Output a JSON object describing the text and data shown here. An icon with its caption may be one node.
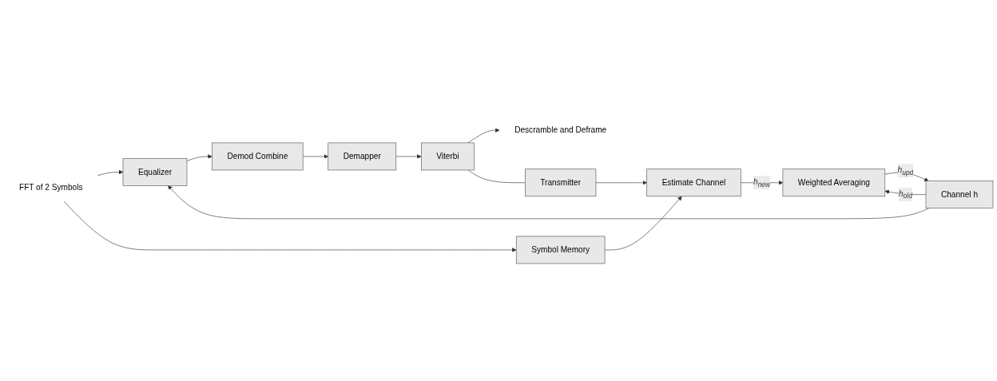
{
  "diagram": {
    "nodes": [
      {
        "text": [
          "FFT of 2 Symbols"
        ]
      },
      {
        "text": [
          "Equalizer"
        ]
      },
      {
        "text": [
          "Demod Combine"
        ]
      },
      {
        "text": [
          "Demapper"
        ]
      },
      {
        "text": [
          "Viterbi"
        ]
      },
      {
        "text": [
          "Descramble and Deframe"
        ]
      },
      {
        "text": [
          "Channel h"
        ]
      },
      {
        "text": [
          "Weighted Averaging"
        ]
      },
      {
        "text": [
          "Transmitter"
        ]
      },
      {
        "text": [
          "Symbol Memory"
        ]
      },
      {
        "text": [
          "Estimate Channel"
        ]
      }
    ],
    "edges": [
      {
        "from": 0,
        "to": 1,
        "arrow": "to"
      },
      {
        "from": 0,
        "to": 9,
        "arrow": "to"
      },
      {
        "from": 1,
        "to": 2,
        "arrow": "to"
      },
      {
        "from": 2,
        "to": 3,
        "arrow": "to"
      },
      {
        "from": 3,
        "to": 4,
        "arrow": "to"
      },
      {
        "from": 4,
        "to": 5,
        "arrow": "to"
      },
      {
        "from": 4,
        "to": 8,
        "arrow": "none"
      },
      {
        "from": 6,
        "to": 1,
        "arrow": "to"
      },
      {
        "from": 6,
        "to": 7,
        "arrow": "to",
        "label": "h$_{old}$"
      },
      {
        "from": 7,
        "to": 6,
        "arrow": "to",
        "label": "h$_{upd}$"
      },
      {
        "from": 10,
        "to": 7,
        "arrow": "to",
        "label": "h$_{new}$"
      },
      {
        "from": 8,
        "to": 10,
        "arrow": "to"
      },
      {
        "from": 9,
        "to": 10,
        "arrow": "to"
      }
    ]
  }
}
